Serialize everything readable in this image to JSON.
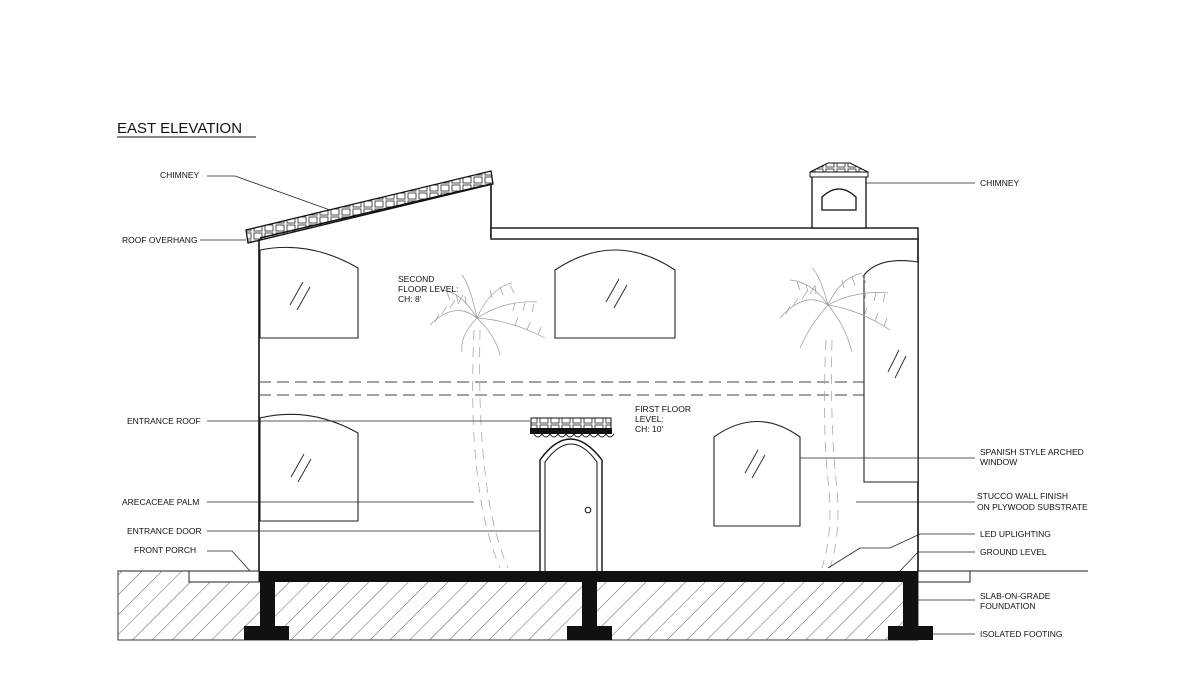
{
  "title": "EAST ELEVATION",
  "labels": {
    "chimney_left": "CHIMNEY",
    "roof_overhang": "ROOF OVERHANG",
    "entrance_roof": "ENTRANCE ROOF",
    "arecaceae_palm": "ARECACEAE PALM",
    "entrance_door": "ENTRANCE DOOR",
    "front_porch": "FRONT PORCH",
    "chimney_right": "CHIMNEY",
    "spanish_window_1": "SPANISH STYLE ARCHED",
    "spanish_window_2": "WINDOW",
    "stucco_1": "STUCCO WALL FINISH",
    "stucco_2": "ON PLYWOOD SUBSTRATE",
    "led_uplighting": "LED UPLIGHTING",
    "ground_level": "GROUND LEVEL",
    "slab_1": "SLAB-ON-GRADE",
    "slab_2": "FOUNDATION",
    "isolated_footing": "ISOLATED FOOTING",
    "second_floor_1": "SECOND",
    "second_floor_2": "FLOOR LEVEL:",
    "second_floor_3": "CH: 8'",
    "first_floor_1": "FIRST FLOOR",
    "first_floor_2": "LEVEL:",
    "first_floor_3": "CH: 10'"
  }
}
